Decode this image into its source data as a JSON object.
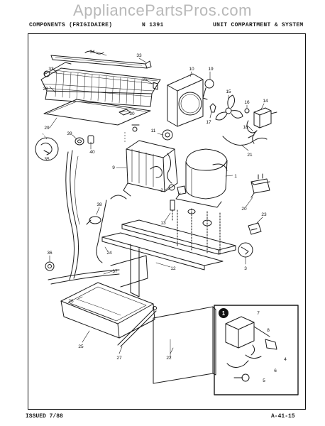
{
  "watermark": "AppliancePartsPros.com",
  "header": {
    "left": "COMPONENTS (FRIGIDAIRE)",
    "model": "N 1391",
    "right": "UNIT COMPARTMENT & SYSTEM"
  },
  "footer": {
    "issued": "ISSUED 7/88",
    "page": "A-41-15"
  },
  "parts": [
    {
      "id": "p34",
      "label": "34"
    },
    {
      "id": "p33",
      "label": "33"
    },
    {
      "id": "p32",
      "label": "32"
    },
    {
      "id": "p28",
      "label": "28"
    },
    {
      "id": "p31",
      "label": "31"
    },
    {
      "id": "p30",
      "label": "30"
    },
    {
      "id": "p29",
      "label": "29"
    },
    {
      "id": "p39",
      "label": "39"
    },
    {
      "id": "p40",
      "label": "40"
    },
    {
      "id": "p35",
      "label": "35"
    },
    {
      "id": "p10",
      "label": "10"
    },
    {
      "id": "p19",
      "label": "19"
    },
    {
      "id": "p11",
      "label": "11"
    },
    {
      "id": "p15",
      "label": "15"
    },
    {
      "id": "p16",
      "label": "16"
    },
    {
      "id": "p14",
      "label": "14"
    },
    {
      "id": "p17",
      "label": "17"
    },
    {
      "id": "p18",
      "label": "18"
    },
    {
      "id": "p21",
      "label": "21"
    },
    {
      "id": "p9",
      "label": "9"
    },
    {
      "id": "p1",
      "label": "1"
    },
    {
      "id": "p20",
      "label": "20"
    },
    {
      "id": "p2",
      "label": "2"
    },
    {
      "id": "p38",
      "label": "38"
    },
    {
      "id": "p13",
      "label": "13"
    },
    {
      "id": "p23",
      "label": "23"
    },
    {
      "id": "p36",
      "label": "36"
    },
    {
      "id": "p24",
      "label": "24"
    },
    {
      "id": "p37",
      "label": "37"
    },
    {
      "id": "p12",
      "label": "12"
    },
    {
      "id": "p3",
      "label": "3"
    },
    {
      "id": "p26",
      "label": "26"
    },
    {
      "id": "p25",
      "label": "25"
    },
    {
      "id": "p27",
      "label": "27"
    },
    {
      "id": "p22",
      "label": "22"
    },
    {
      "id": "p7",
      "label": "7"
    },
    {
      "id": "p8",
      "label": "8"
    },
    {
      "id": "p4",
      "label": "4"
    },
    {
      "id": "p6",
      "label": "6"
    },
    {
      "id": "p5",
      "label": "5"
    }
  ],
  "detail_marker": "1"
}
